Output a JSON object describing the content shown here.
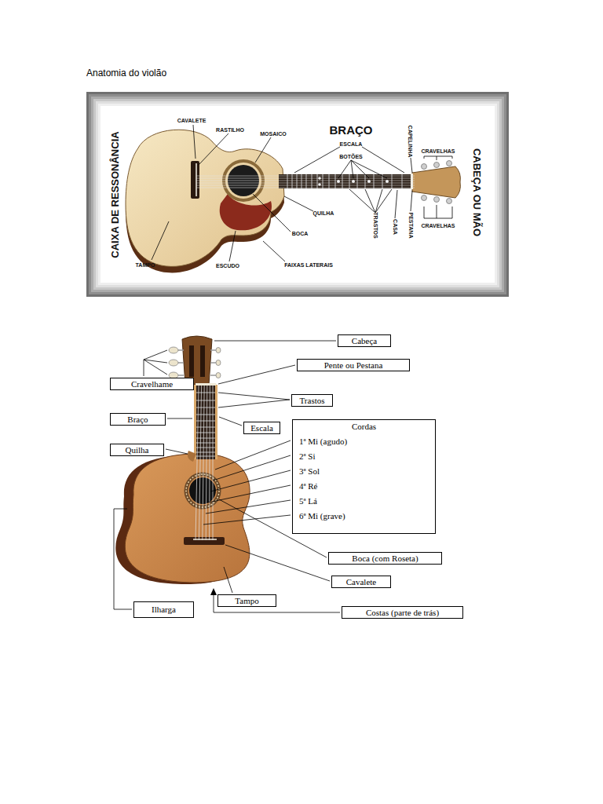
{
  "diagram": {
    "title": "Anatomia do violão",
    "nodes": [
      {
        "text": [
          "Cabeça"
        ]
      },
      {
        "text": [
          "Pente ou Pestana"
        ]
      },
      {
        "text": [
          "Cravelhame"
        ]
      },
      {
        "text": [
          "Trastos"
        ]
      },
      {
        "text": [
          "Braço"
        ]
      },
      {
        "text": [
          "Escala"
        ]
      },
      {
        "text": [
          "Cordas",
          "1ª Mi (agudo)",
          "2ª Si",
          "3ª Sol",
          "4ª Ré",
          "5ª Lá",
          "6ª Mi (grave)"
        ]
      },
      {
        "text": [
          "Quilha"
        ]
      },
      {
        "text": [
          "Boca (com Roseta)"
        ]
      },
      {
        "text": [
          "Cavalete"
        ]
      },
      {
        "text": [
          "Tampo"
        ]
      },
      {
        "text": [
          "Ilharga"
        ]
      },
      {
        "text": [
          "Costas (parte de trás)"
        ]
      }
    ],
    "labels": [
      "CAIXA DE RESSONÂNCIA",
      "CAVALETE",
      "RASTILHO",
      "MOSAICO",
      "BRAÇO",
      "ESCALA",
      "BOTÕES",
      "CAPELINHA",
      "CRAVELHAS",
      "CABEÇA OU MÃO",
      "QUILHA",
      "BOCA",
      "TRASTOS",
      "CASA",
      "PESTANA",
      "CRAVELHAS",
      "TAMPO",
      "ESCUDO",
      "FAIXAS LATERAIS"
    ]
  }
}
